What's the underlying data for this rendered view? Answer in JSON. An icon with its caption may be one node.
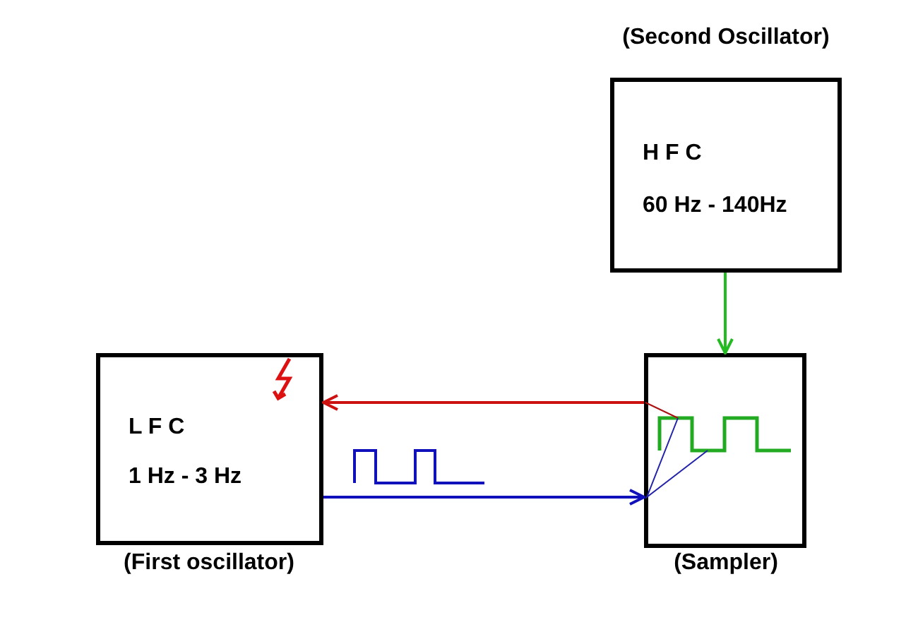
{
  "diagram": {
    "nodes": [
      {
        "text": [
          "H F C",
          "60 Hz - 140Hz"
        ],
        "beside": [
          "(Second Oscillator)"
        ]
      },
      {
        "text": [
          "L F C",
          "1 Hz - 3 Hz"
        ],
        "beside": [
          "(First oscillator)"
        ]
      },
      {
        "text": [],
        "shape": "box",
        "beside": [
          "(Sampler)"
        ]
      }
    ],
    "edges": [
      {
        "from": 0,
        "to": 2,
        "arrow": "to",
        "color": "#22bb22"
      },
      {
        "from": 2,
        "to": 1,
        "arrow": "to",
        "color": "#cc1111"
      },
      {
        "from": 1,
        "to": 2,
        "arrow": "to",
        "color": "#1111bb"
      }
    ]
  }
}
